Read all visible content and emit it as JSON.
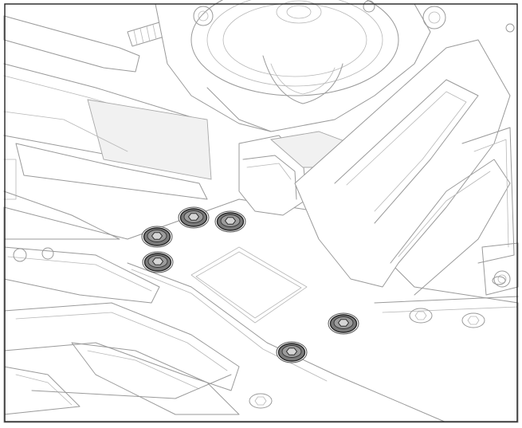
{
  "diagram": {
    "highlight_color": "#7a7a7a",
    "line_color": "#9a9a9a",
    "frame_color": "#222222",
    "highlighted_screw_count": 6,
    "highlighted_screws": [
      {
        "id": "screw-1",
        "state": "highlighted"
      },
      {
        "id": "screw-2",
        "state": "highlighted"
      },
      {
        "id": "screw-3",
        "state": "highlighted"
      },
      {
        "id": "screw-4",
        "state": "highlighted"
      },
      {
        "id": "screw-5",
        "state": "highlighted"
      },
      {
        "id": "screw-6",
        "state": "highlighted"
      }
    ],
    "other_screws": [
      {
        "id": "screw-a",
        "state": "normal"
      },
      {
        "id": "screw-b",
        "state": "normal"
      },
      {
        "id": "screw-c",
        "state": "normal"
      },
      {
        "id": "screw-d",
        "state": "normal"
      }
    ]
  }
}
